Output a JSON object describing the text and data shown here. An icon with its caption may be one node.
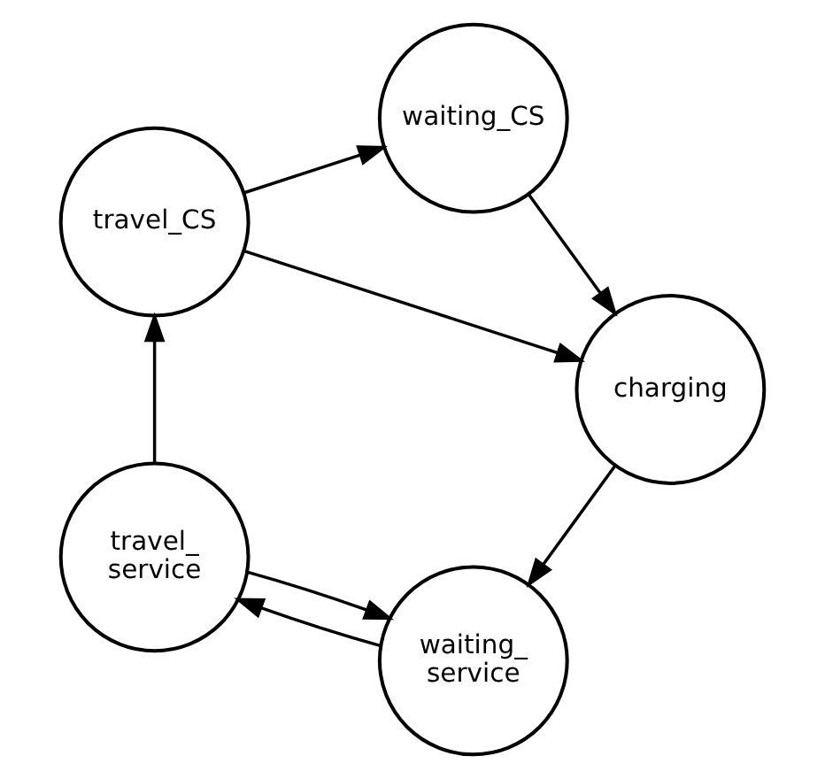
{
  "diagram": {
    "nodes": [
      {
        "text": [
          "waiting_ service"
        ]
      },
      {
        "text": [
          "travel_ service"
        ]
      },
      {
        "text": [
          "travel_CS"
        ]
      },
      {
        "text": [
          "waiting_CS"
        ]
      },
      {
        "text": [
          "charging"
        ]
      }
    ],
    "edges": [
      {
        "from": 4,
        "to": 0,
        "arrow": "to"
      },
      {
        "from": 0,
        "to": 1,
        "arrow": "to"
      },
      {
        "from": 1,
        "to": 0,
        "arrow": "to"
      },
      {
        "from": 1,
        "to": 2,
        "arrow": "to"
      },
      {
        "from": 2,
        "to": 3,
        "arrow": "to"
      },
      {
        "from": 2,
        "to": 4,
        "arrow": "to"
      },
      {
        "from": 3,
        "to": 4,
        "arrow": "to"
      }
    ]
  }
}
